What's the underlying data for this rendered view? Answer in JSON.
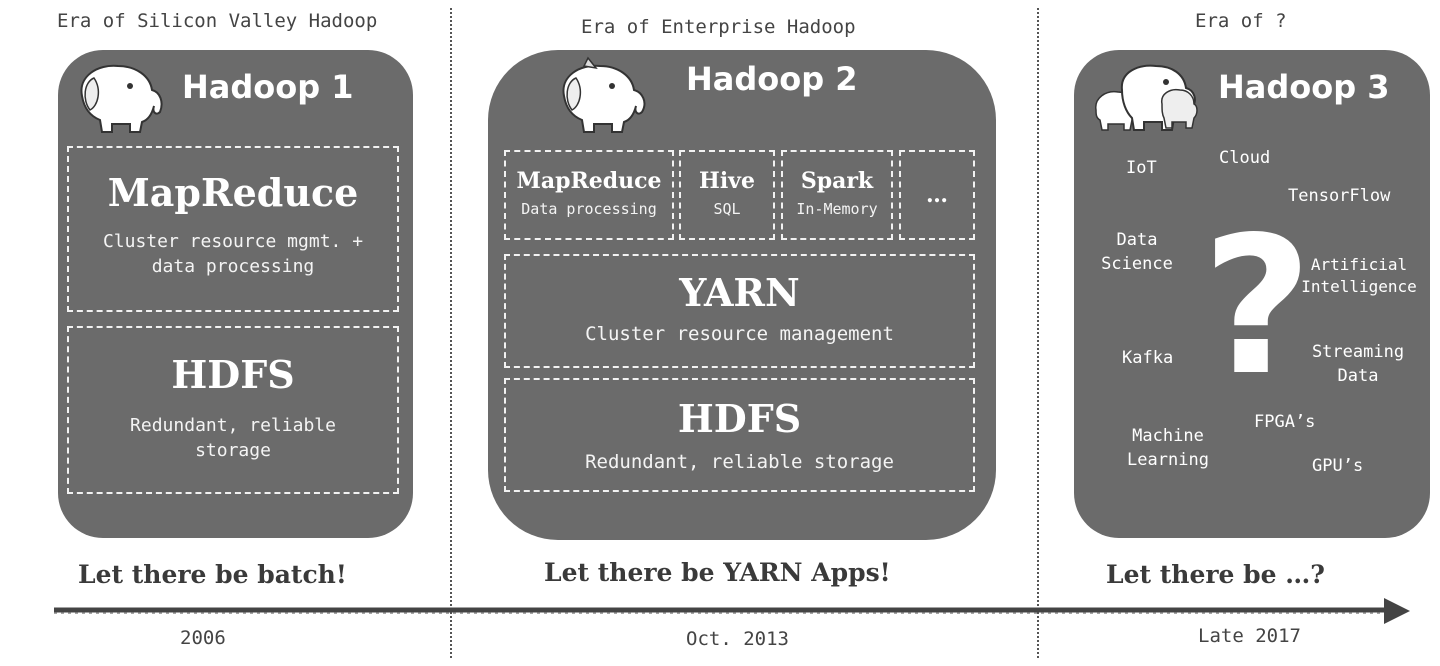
{
  "eras": [
    {
      "label": "Era of Silicon Valley Hadoop",
      "tagline": "Let there be batch!",
      "date": "2006"
    },
    {
      "label": "Era of Enterprise Hadoop",
      "tagline": "Let there be YARN Apps!",
      "date": "Oct. 2013"
    },
    {
      "label": "Era of ?",
      "tagline": "Let there be …?",
      "date": "Late 2017"
    }
  ],
  "hadoop1": {
    "title": "Hadoop 1",
    "mapreduce": {
      "title": "MapReduce",
      "line1": "Cluster resource mgmt. +",
      "line2": "data processing"
    },
    "hdfs": {
      "title": "HDFS",
      "line1": "Redundant, reliable",
      "line2": "storage"
    }
  },
  "hadoop2": {
    "title": "Hadoop 2",
    "apps": [
      {
        "title": "MapReduce",
        "sub": "Data processing"
      },
      {
        "title": "Hive",
        "sub": "SQL"
      },
      {
        "title": "Spark",
        "sub": "In-Memory"
      },
      {
        "title": "…",
        "sub": ""
      }
    ],
    "yarn": {
      "title": "YARN",
      "sub": "Cluster resource management"
    },
    "hdfs": {
      "title": "HDFS",
      "sub": "Redundant, reliable storage"
    }
  },
  "hadoop3": {
    "title": "Hadoop 3",
    "question": "?",
    "tags": {
      "iot": "IoT",
      "cloud": "Cloud",
      "tensorflow": "TensorFlow",
      "data_science_1": "Data",
      "data_science_2": "Science",
      "ai_1": "Artificial",
      "ai_2": "Intelligence",
      "kafka": "Kafka",
      "streaming_1": "Streaming",
      "streaming_2": "Data",
      "fpga": "FPGA’s",
      "ml_1": "Machine",
      "ml_2": "Learning",
      "gpu": "GPU’s"
    }
  },
  "colors": {
    "card": "#6b6b6b",
    "dash": "#f2f2f2",
    "text_dark": "#3a3a3a"
  }
}
